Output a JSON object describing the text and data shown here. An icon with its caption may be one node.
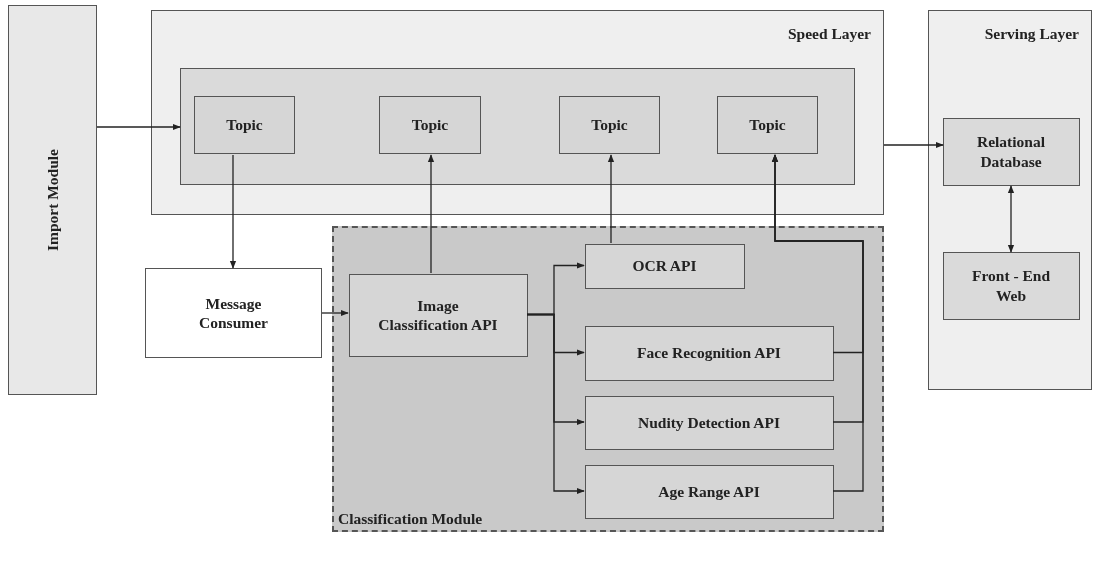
{
  "diagram": {
    "nodes": [
      {
        "text": [
          "Import Module"
        ]
      },
      {
        "text": [
          "Speed Layer"
        ]
      },
      {
        "text": [],
        "shape": "box",
        "in": 1
      },
      {
        "text": [
          "Topic"
        ],
        "in": 2
      },
      {
        "text": [
          "Topic"
        ],
        "in": 2
      },
      {
        "text": [
          "Topic"
        ],
        "in": 2
      },
      {
        "text": [
          "Topic"
        ],
        "in": 2
      },
      {
        "text": [
          "Serving Layer"
        ]
      },
      {
        "text": [
          "Relational Database"
        ],
        "in": 7
      },
      {
        "text": [
          "Front - End Web"
        ],
        "in": 7
      },
      {
        "text": [
          "Classification Module"
        ]
      },
      {
        "text": [
          "Message Consumer"
        ]
      },
      {
        "text": [
          "Image Classification API"
        ],
        "in": 10
      },
      {
        "text": [
          "OCR  API"
        ],
        "in": 10
      },
      {
        "text": [
          "Face Recognition API"
        ],
        "in": 10
      },
      {
        "text": [
          "Nudity Detection API"
        ],
        "in": 10
      },
      {
        "text": [
          "Age Range API"
        ],
        "in": 10
      }
    ],
    "edges": [
      {
        "from": 0,
        "to": 2,
        "arrow": "to"
      },
      {
        "from": 3,
        "to": 11,
        "arrow": "to"
      },
      {
        "from": 12,
        "to": 4,
        "arrow": "to"
      },
      {
        "from": 13,
        "to": 5,
        "arrow": "to"
      },
      {
        "from": 14,
        "to": 6,
        "arrow": "to"
      },
      {
        "from": 15,
        "to": 6,
        "arrow": "to"
      },
      {
        "from": 16,
        "to": 6,
        "arrow": "to"
      },
      {
        "from": 11,
        "to": 12,
        "arrow": "to"
      },
      {
        "from": 12,
        "to": 13,
        "arrow": "to"
      },
      {
        "from": 12,
        "to": 14,
        "arrow": "to"
      },
      {
        "from": 12,
        "to": 15,
        "arrow": "to"
      },
      {
        "from": 12,
        "to": 16,
        "arrow": "to"
      },
      {
        "from": 1,
        "to": 8,
        "arrow": "to"
      },
      {
        "from": 8,
        "to": 9,
        "arrow": "both"
      }
    ]
  }
}
